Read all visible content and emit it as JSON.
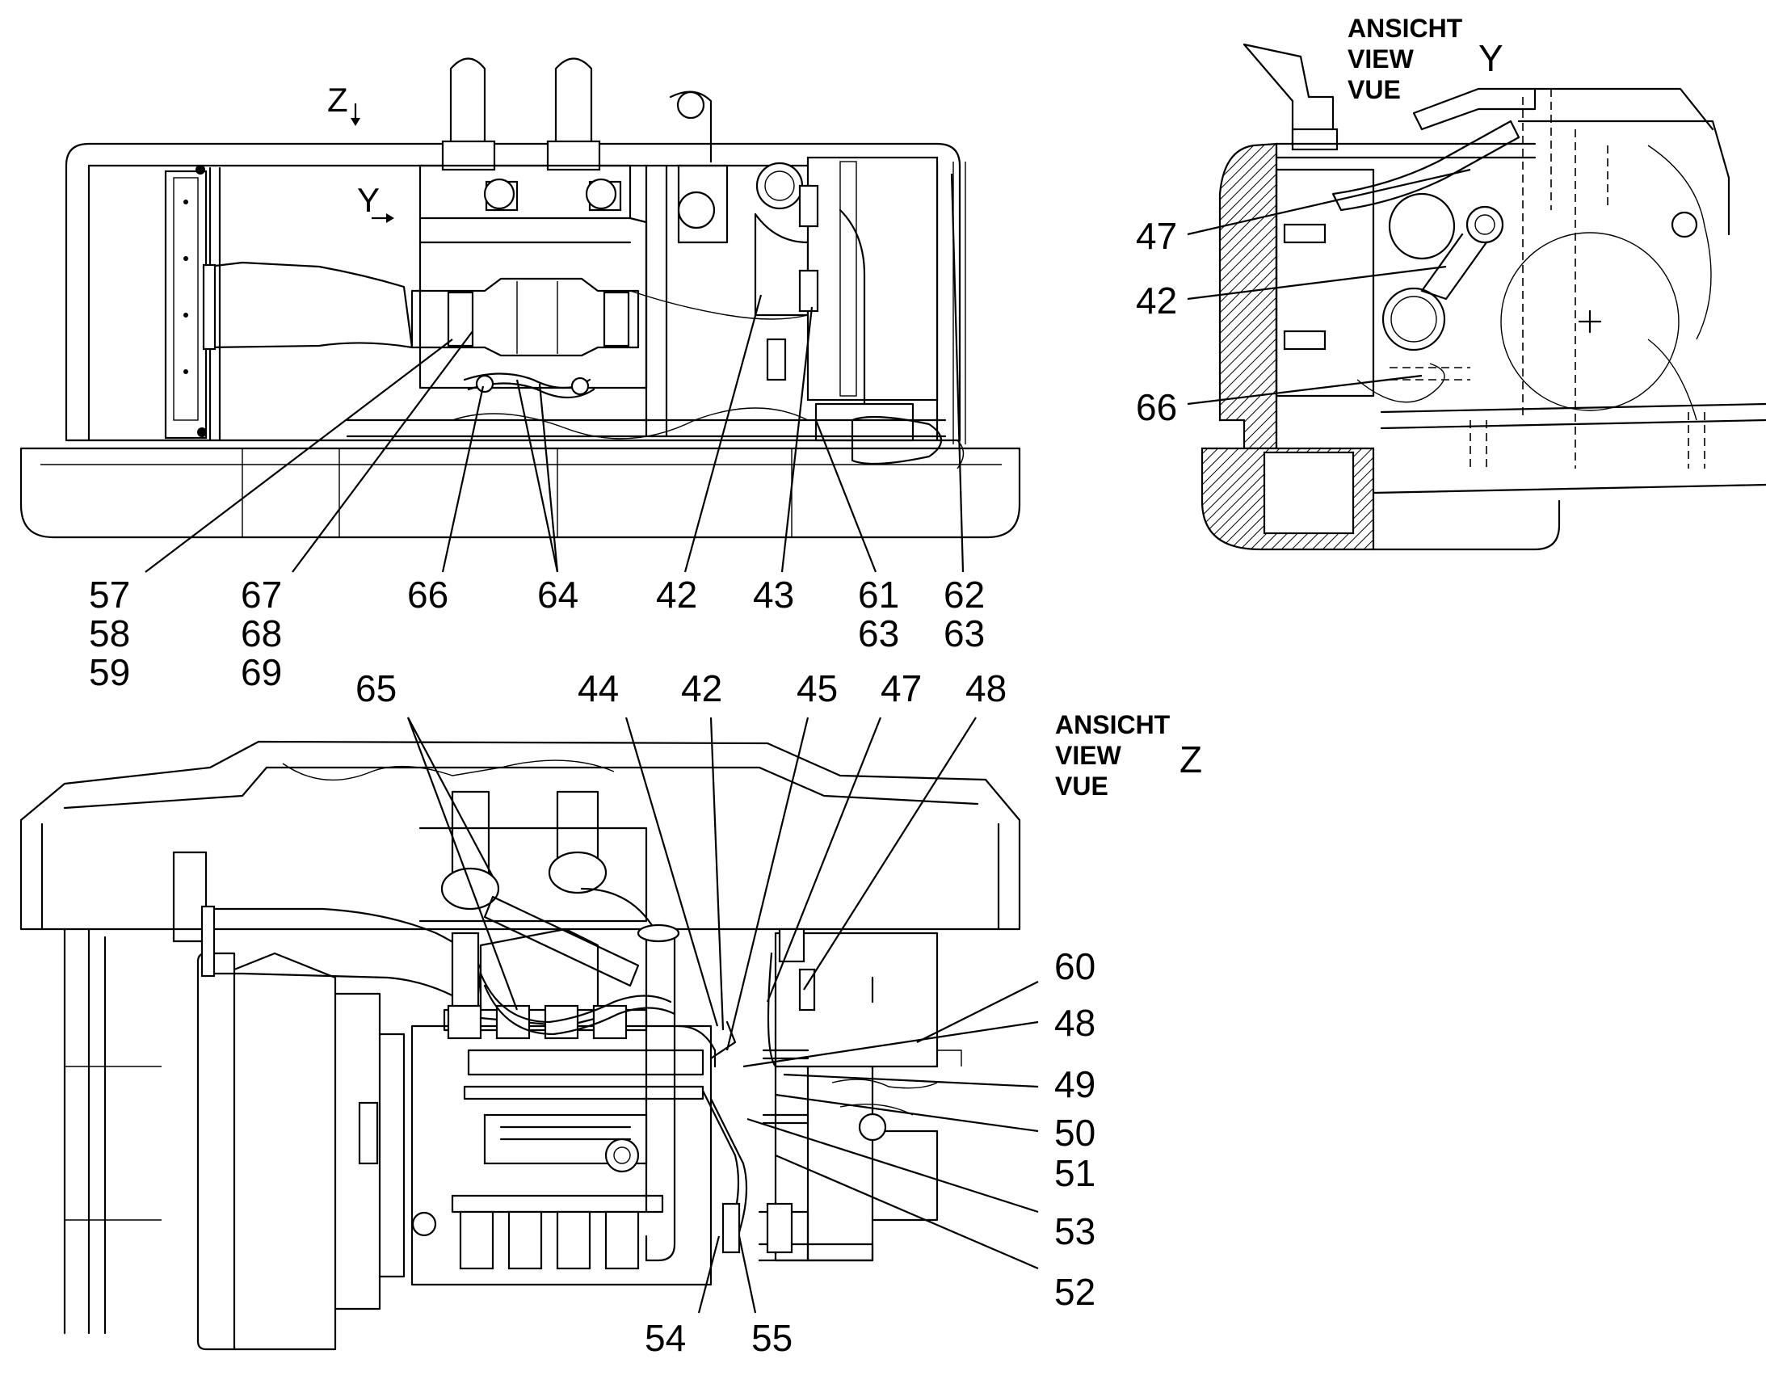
{
  "views": {
    "view_y": {
      "title_lines": [
        "ANSICHT",
        "VIEW",
        "VUE"
      ],
      "letter": "Y"
    },
    "view_z": {
      "title_lines": [
        "ANSICHT",
        "VIEW",
        "VUE"
      ],
      "letter": "Z"
    }
  },
  "view_markers": {
    "z": "Z",
    "y": "Y"
  },
  "callouts": {
    "top": [
      "57",
      "58",
      "59",
      "67",
      "68",
      "69",
      "66",
      "64",
      "42",
      "43",
      "61",
      "63",
      "62",
      "63"
    ],
    "view_y": [
      "47",
      "42",
      "66"
    ],
    "bottom_top": [
      "65",
      "44",
      "42",
      "45",
      "47",
      "48"
    ],
    "bottom_right": [
      "60",
      "48",
      "49",
      "50",
      "51",
      "53",
      "52"
    ],
    "bottom_under": [
      "54",
      "55"
    ]
  }
}
